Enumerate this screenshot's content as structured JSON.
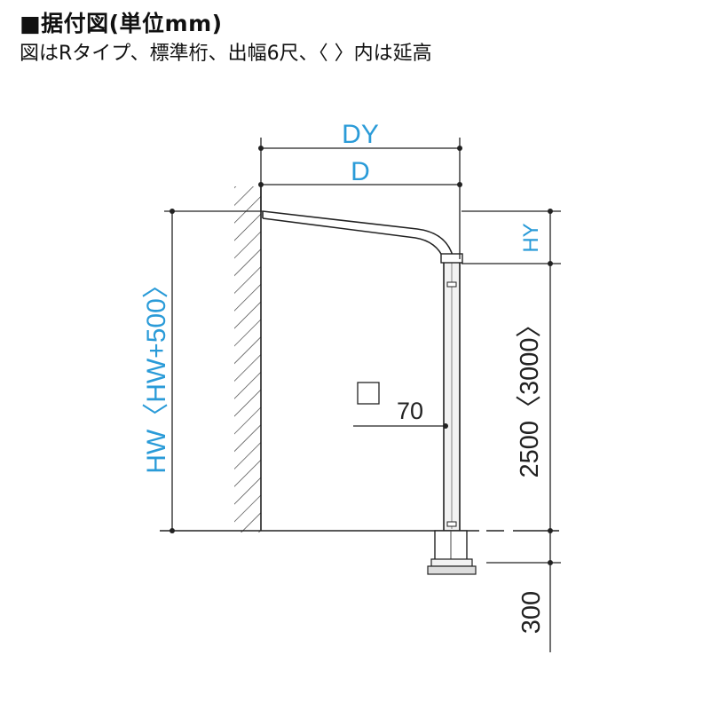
{
  "header": {
    "title": "■据付図(単位mm)",
    "subtitle": "図はRタイプ、標準桁、出幅6尺、〈 〉内は延高"
  },
  "dimensions": {
    "dy": "DY",
    "d": "D",
    "hy": "HY",
    "hw": "HW〈HW+500〉",
    "post_height": "2500〈3000〉",
    "post_size": "70",
    "footing_depth": "300"
  },
  "colors": {
    "label_blue": "#2a9bd8",
    "line": "#222222",
    "fill_light": "#f2f2f2"
  }
}
